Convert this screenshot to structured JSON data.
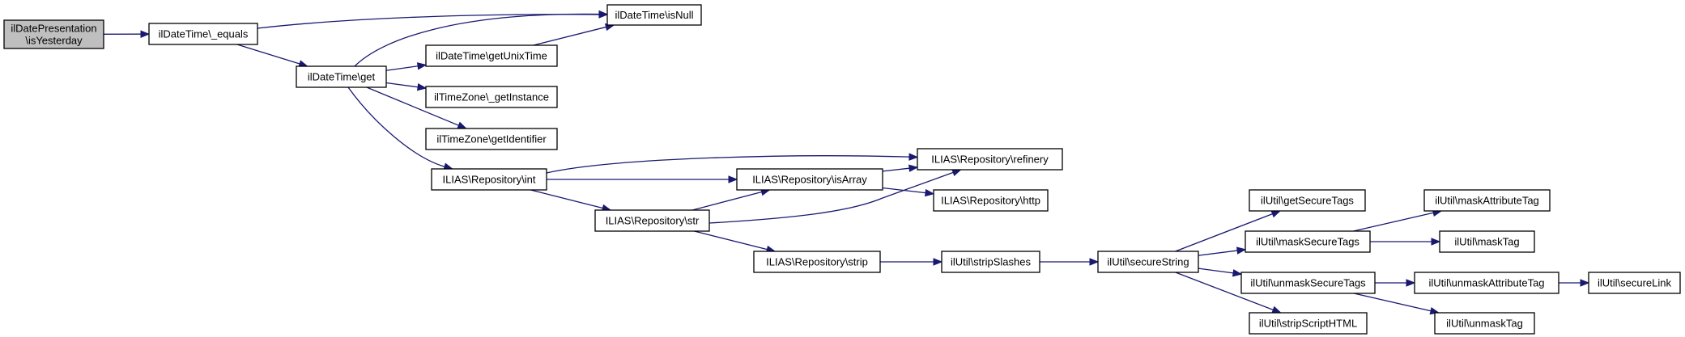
{
  "nodes": {
    "root": {
      "lines": [
        "ilDatePresentation",
        "\\isYesterday"
      ]
    },
    "dt_equals": {
      "lines": [
        "ilDateTime\\_equals"
      ]
    },
    "dt_isnull": {
      "lines": [
        "ilDateTime\\isNull"
      ]
    },
    "dt_get": {
      "lines": [
        "ilDateTime\\get"
      ]
    },
    "dt_getunixtime": {
      "lines": [
        "ilDateTime\\getUnixTime"
      ]
    },
    "tz_getinstance": {
      "lines": [
        "ilTimeZone\\_getInstance"
      ]
    },
    "tz_getidentifier": {
      "lines": [
        "ilTimeZone\\getIdentifier"
      ]
    },
    "repo_int": {
      "lines": [
        "ILIAS\\Repository\\int"
      ]
    },
    "repo_refinery": {
      "lines": [
        "ILIAS\\Repository\\refinery"
      ]
    },
    "repo_isarray": {
      "lines": [
        "ILIAS\\Repository\\isArray"
      ]
    },
    "repo_http": {
      "lines": [
        "ILIAS\\Repository\\http"
      ]
    },
    "repo_str": {
      "lines": [
        "ILIAS\\Repository\\str"
      ]
    },
    "repo_strip": {
      "lines": [
        "ILIAS\\Repository\\strip"
      ]
    },
    "u_stripslashes": {
      "lines": [
        "ilUtil\\stripSlashes"
      ]
    },
    "u_securestring": {
      "lines": [
        "ilUtil\\secureString"
      ]
    },
    "u_getsecuretags": {
      "lines": [
        "ilUtil\\getSecureTags"
      ]
    },
    "u_masksecuretags": {
      "lines": [
        "ilUtil\\maskSecureTags"
      ]
    },
    "u_unmasksecuretags": {
      "lines": [
        "ilUtil\\unmaskSecureTags"
      ]
    },
    "u_stripscripthtml": {
      "lines": [
        "ilUtil\\stripScriptHTML"
      ]
    },
    "u_maskattributetag": {
      "lines": [
        "ilUtil\\maskAttributeTag"
      ]
    },
    "u_masktag": {
      "lines": [
        "ilUtil\\maskTag"
      ]
    },
    "u_unmaskattrtag": {
      "lines": [
        "ilUtil\\unmaskAttributeTag"
      ]
    },
    "u_unmasktag": {
      "lines": [
        "ilUtil\\unmaskTag"
      ]
    },
    "u_securelink": {
      "lines": [
        "ilUtil\\secureLink"
      ]
    }
  },
  "edges": [
    [
      "root",
      "dt_equals"
    ],
    [
      "dt_equals",
      "dt_isnull"
    ],
    [
      "dt_equals",
      "dt_get"
    ],
    [
      "dt_get",
      "dt_isnull"
    ],
    [
      "dt_get",
      "dt_getunixtime"
    ],
    [
      "dt_get",
      "tz_getinstance"
    ],
    [
      "dt_get",
      "tz_getidentifier"
    ],
    [
      "dt_get",
      "repo_int"
    ],
    [
      "dt_getunixtime",
      "dt_isnull"
    ],
    [
      "repo_int",
      "repo_refinery"
    ],
    [
      "repo_int",
      "repo_isarray"
    ],
    [
      "repo_int",
      "repo_str"
    ],
    [
      "repo_isarray",
      "repo_refinery"
    ],
    [
      "repo_isarray",
      "repo_http"
    ],
    [
      "repo_str",
      "repo_isarray"
    ],
    [
      "repo_str",
      "repo_refinery"
    ],
    [
      "repo_str",
      "repo_strip"
    ],
    [
      "repo_strip",
      "u_stripslashes"
    ],
    [
      "u_stripslashes",
      "u_securestring"
    ],
    [
      "u_securestring",
      "u_getsecuretags"
    ],
    [
      "u_securestring",
      "u_masksecuretags"
    ],
    [
      "u_securestring",
      "u_unmasksecuretags"
    ],
    [
      "u_securestring",
      "u_stripscripthtml"
    ],
    [
      "u_masksecuretags",
      "u_maskattributetag"
    ],
    [
      "u_masksecuretags",
      "u_masktag"
    ],
    [
      "u_unmasksecuretags",
      "u_unmaskattrtag"
    ],
    [
      "u_unmasksecuretags",
      "u_unmasktag"
    ],
    [
      "u_unmaskattrtag",
      "u_securelink"
    ]
  ]
}
